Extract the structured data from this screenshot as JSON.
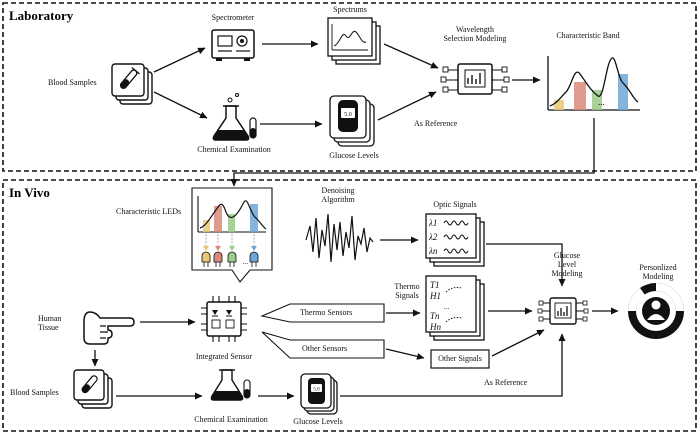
{
  "sections": {
    "laboratory": "Laboratory",
    "in_vivo": "In Vivo"
  },
  "lab": {
    "blood_samples": "Blood Samples",
    "spectrometer": "Spectrometer",
    "spectrums": "Spectrums",
    "wavelength_modeling": [
      "Wavelength",
      "Selection Modeling"
    ],
    "characteristic_band": "Characteristic Band",
    "chemical_examination": "Chemical Examination",
    "glucose_levels": "Glucose Levels",
    "as_reference": "As Reference",
    "ellipsis": "...",
    "meter_reading": "5.0"
  },
  "vivo": {
    "characteristic_leds": "Characteristic LEDs",
    "denoising": [
      "Denoising",
      "Algorithm"
    ],
    "optic_signals": "Optic Signals",
    "optic_symbols": [
      "λ1",
      "λ2",
      "λn"
    ],
    "thermo_signals": [
      "Thermo",
      "Signals"
    ],
    "thermo_symbols": [
      "T1",
      "H1",
      "Tn",
      "Hn"
    ],
    "glucose_modeling": [
      "Glucose",
      "Level",
      "Modeling"
    ],
    "personalized_modeling": [
      "Personlized",
      "Modeling"
    ],
    "human_tissue": [
      "Human",
      "Tissue"
    ],
    "integrated_sensor": "Integrated Sensor",
    "thermo_sensors": "Thermo Sensors",
    "other_sensors": "Other Sensors",
    "other_signals": "Other Signals",
    "blood_samples": "Blood Samples",
    "chemical_examination": "Chemical Examination",
    "glucose_levels": "Glucose Levels",
    "as_reference": "As Reference",
    "ellipsis": "...",
    "meter_reading": "5.0"
  },
  "colors": {
    "band_yellow": "#e8c872",
    "band_red": "#d98b7a",
    "band_green": "#9cc98a",
    "band_blue": "#6fa6d6"
  }
}
